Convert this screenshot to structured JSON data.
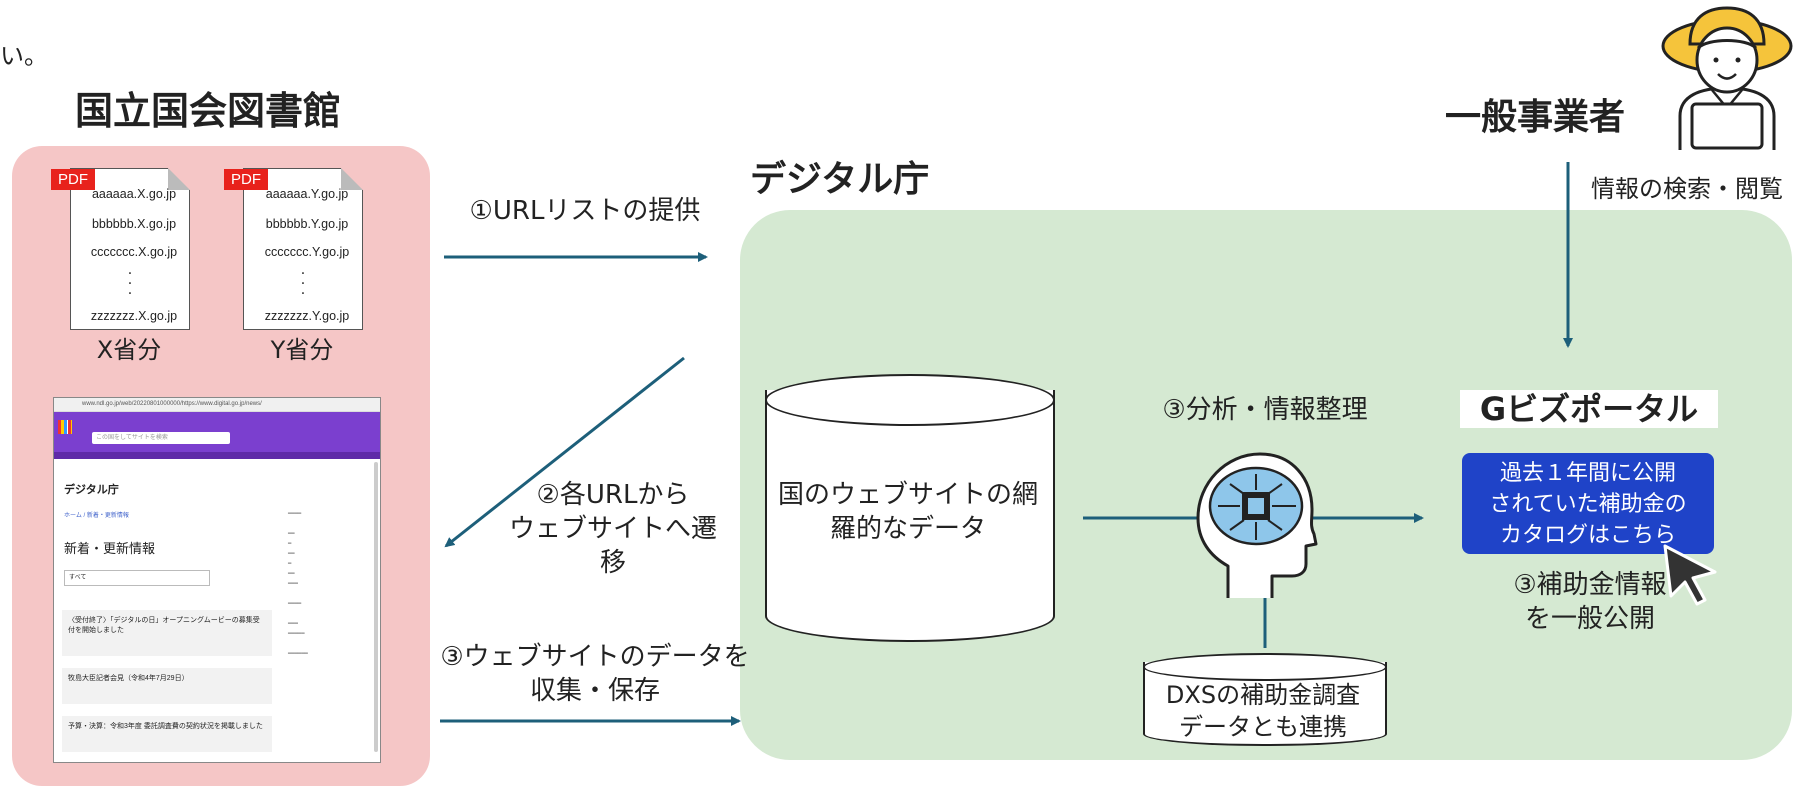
{
  "header": {
    "corner_text": "い。",
    "ndl_title": "国立国会図書館",
    "digital_agency_title": "デジタル庁",
    "business_title": "一般事業者"
  },
  "pdf_x": {
    "badge": "PDF",
    "urls": [
      "aaaaaa.X.go.jp",
      "bbbbbb.X.go.jp",
      "ccccccc.X.go.jp",
      "zzzzzzz.X.go.jp"
    ],
    "label": "X省分"
  },
  "pdf_y": {
    "badge": "PDF",
    "urls": [
      "aaaaaa.Y.go.jp",
      "bbbbbb.Y.go.jp",
      "ccccccc.Y.go.jp",
      "zzzzzzz.Y.go.jp"
    ],
    "label": "Y省分"
  },
  "browser": {
    "address": "www.ndl.go.jp/web/20220801000000/https://www.digital.go.jp/news/",
    "search_placeholder": "この国をしてサイトを検索",
    "site_name": "デジタル庁",
    "breadcrumb": "ホーム / 新着・更新情報",
    "page_heading": "新着・更新情報",
    "select_value": "すべて",
    "cards": [
      "〈受付終了〉「デジタルの日」オープニングムービーの募集受付を開始しました",
      "牧島大臣記者会見（令和4年7月29日）",
      "予算・決算：令和3年度 委託調査費の契約状況を掲載しました"
    ]
  },
  "flow": {
    "step1": "①URLリストの提供",
    "step2_line1": "②各URLから",
    "step2_line2": "ウェブサイトへ遷移",
    "step3_collect_line1": "③ウェブサイトのデータを",
    "step3_collect_line2": "収集・保存",
    "search_browse": "情報の検索・閲覧"
  },
  "database": {
    "line1": "国のウェブサイトの網",
    "line2": "羅的なデータ"
  },
  "analysis": {
    "label": "③分析・情報整理"
  },
  "dxs": {
    "line1": "DXSの補助金調査",
    "line2": "データとも連携"
  },
  "gbiz": {
    "title": "Gビズポータル",
    "button_line1": "過去１年間に公開",
    "button_line2": "されていた補助金の",
    "button_line3": "カタログはこちら",
    "publish_line1": "③補助金情報",
    "publish_line2": "を一般公開"
  },
  "colors": {
    "ndl_region": "#f5c6c6",
    "digital_region": "#d5e9d2",
    "arrow": "#1d5f7a",
    "gbiz_button": "#1f43c8",
    "pdf_badge": "#e8221c",
    "browser_header": "#7b3fcf",
    "brain": "#8ec6ea",
    "hat": "#f5c43b"
  },
  "icons": [
    "pdf-document-icon",
    "brain-chip-icon",
    "cursor-arrow-icon",
    "farmer-laptop-icon"
  ]
}
